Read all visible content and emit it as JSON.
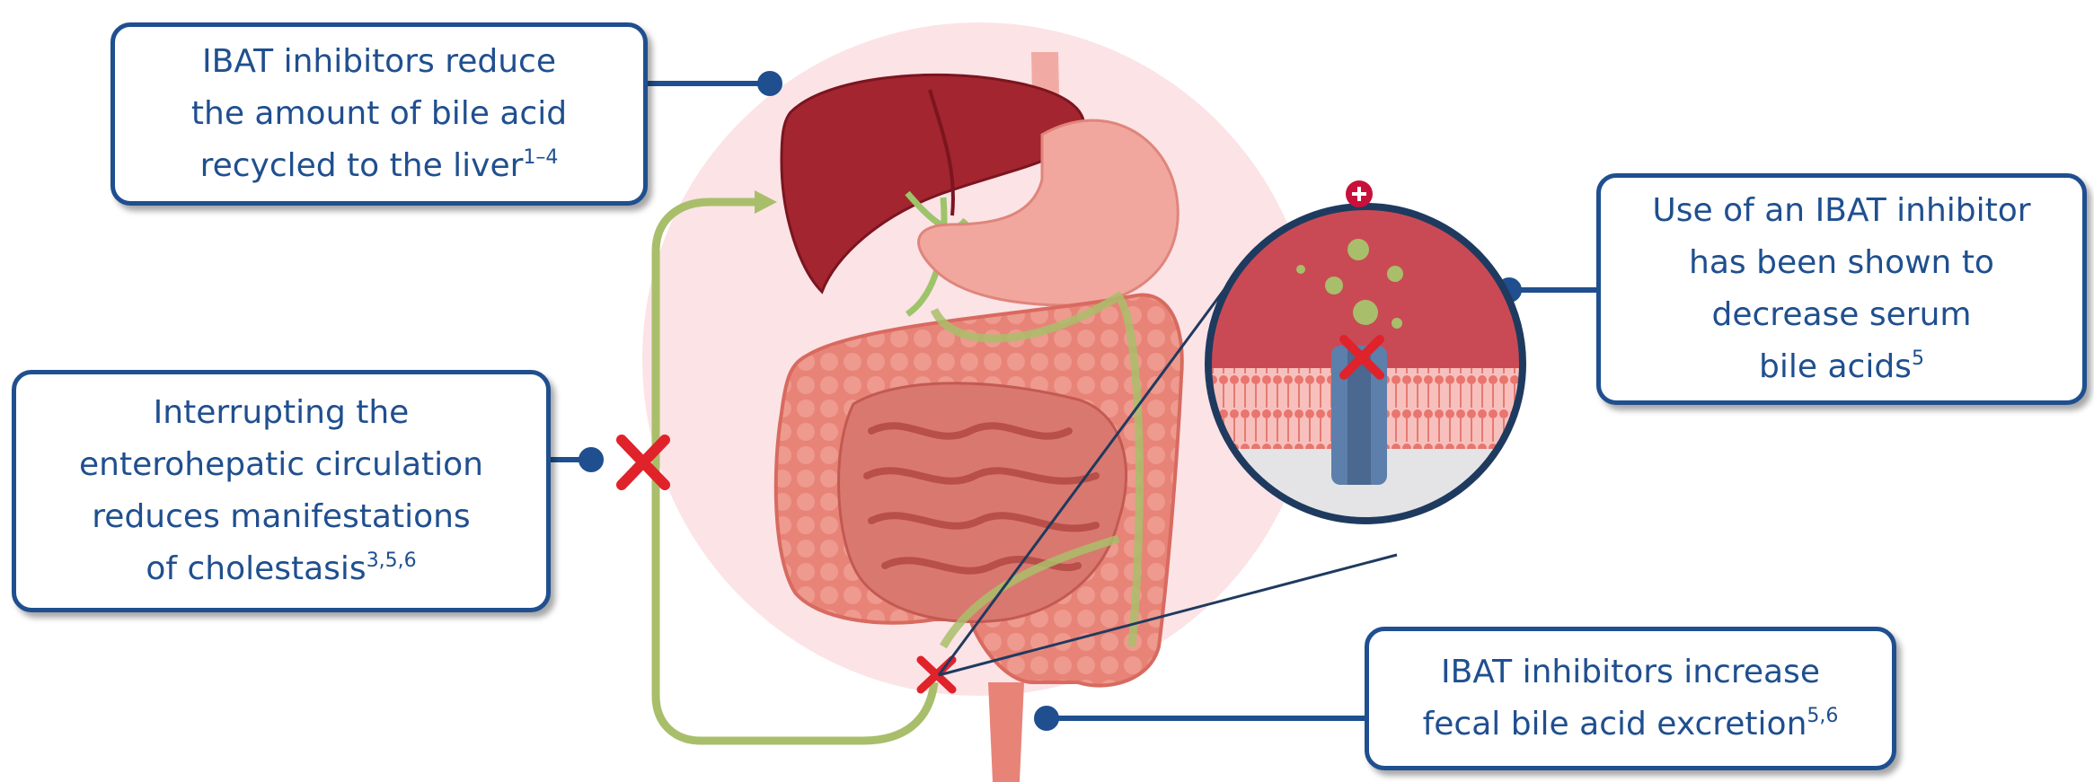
{
  "callouts": {
    "liver": {
      "lines": [
        "IBAT inhibitors reduce",
        "the amount of bile acid"
      ],
      "last_line": "recycled to the liver",
      "superscript": "1–4"
    },
    "interrupt": {
      "lines": [
        "Interrupting the",
        "enterohepatic circulation",
        "reduces manifestations"
      ],
      "last_line": "of cholestasis",
      "superscript": "3,5,6"
    },
    "serum": {
      "lines": [
        "Use of an IBAT inhibitor",
        "has been shown to",
        "decrease serum"
      ],
      "last_line": "bile acids",
      "superscript": "5"
    },
    "fecal": {
      "lines": [
        "IBAT inhibitors increase"
      ],
      "last_line": "fecal bile acid excretion",
      "superscript": "5,6"
    }
  },
  "colors": {
    "callout_border": "#1f4f8f",
    "callout_text": "#1f4f8f",
    "pathway": "#a9be6a",
    "block_mark": "#e0222b",
    "background_circle": "#fbe3e6",
    "liver": "#a3252f",
    "stomach": "#f2a79e",
    "intestine": "#e88378"
  },
  "icons": [
    "plus-icon",
    "block-x-icon",
    "arrowhead-icon",
    "pathway-arrow"
  ]
}
